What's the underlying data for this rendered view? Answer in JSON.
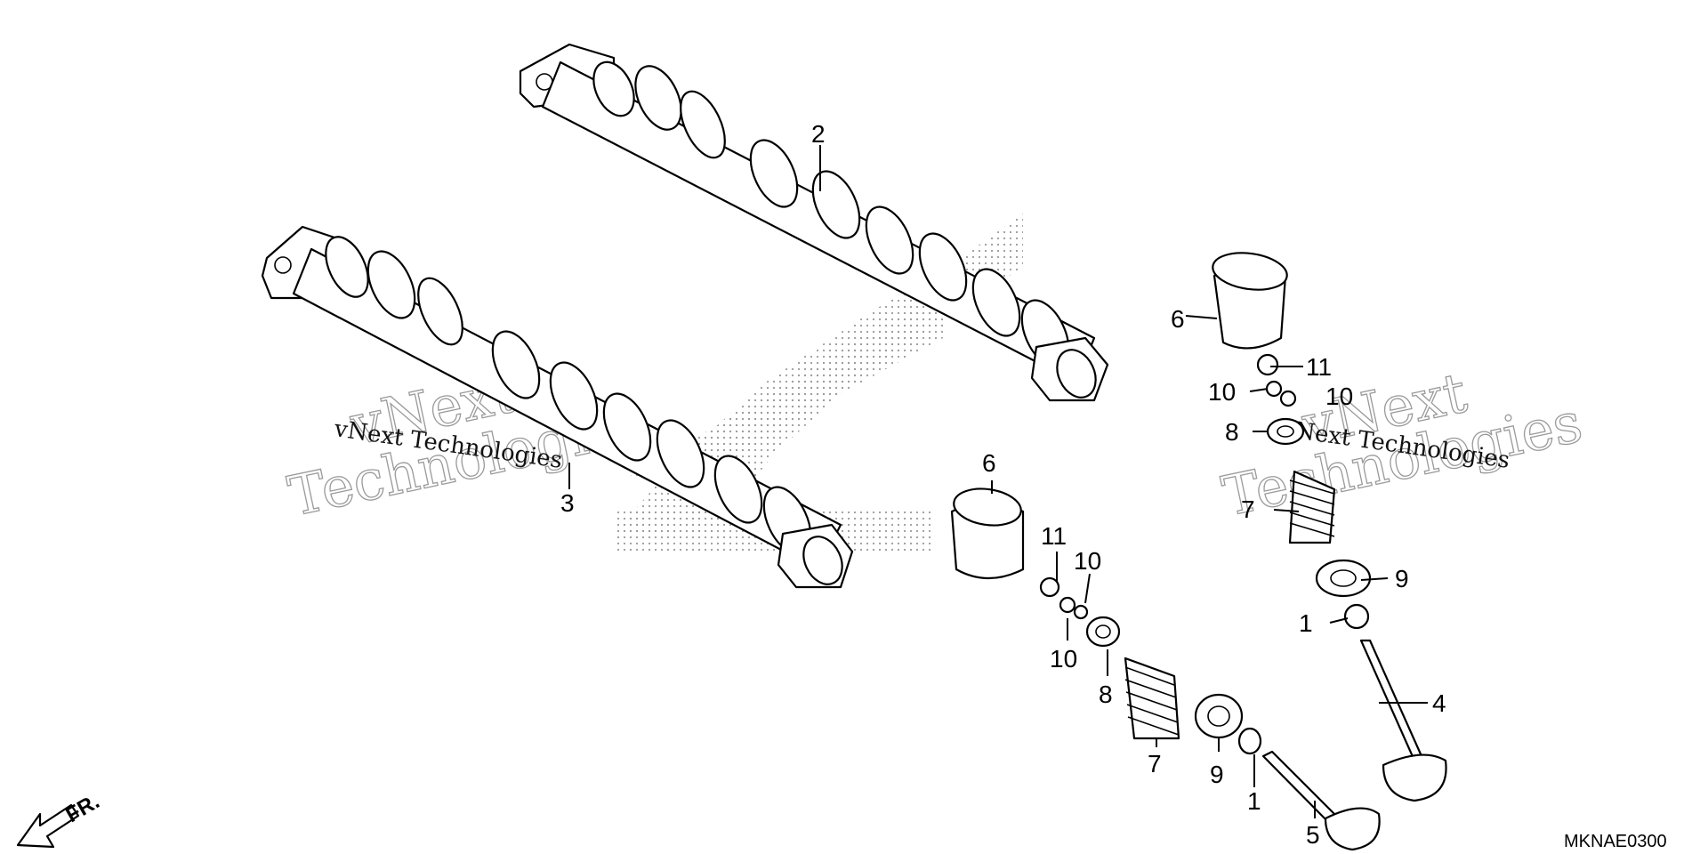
{
  "diagram": {
    "code": "MKNAE0300",
    "front_marker": "FR.",
    "watermark": {
      "line1": "vNext",
      "line2": "Technologies",
      "small": "vNext Technologies"
    },
    "callouts": {
      "c1a": "1",
      "c1b": "1",
      "c2": "2",
      "c3": "3",
      "c4": "4",
      "c5": "5",
      "c6a": "6",
      "c6b": "6",
      "c7a": "7",
      "c7b": "7",
      "c8a": "8",
      "c8b": "8",
      "c9a": "9",
      "c9b": "9",
      "c10a": "10",
      "c10b": "10",
      "c10c": "10",
      "c10d": "10",
      "c11a": "11",
      "c11b": "11"
    }
  }
}
